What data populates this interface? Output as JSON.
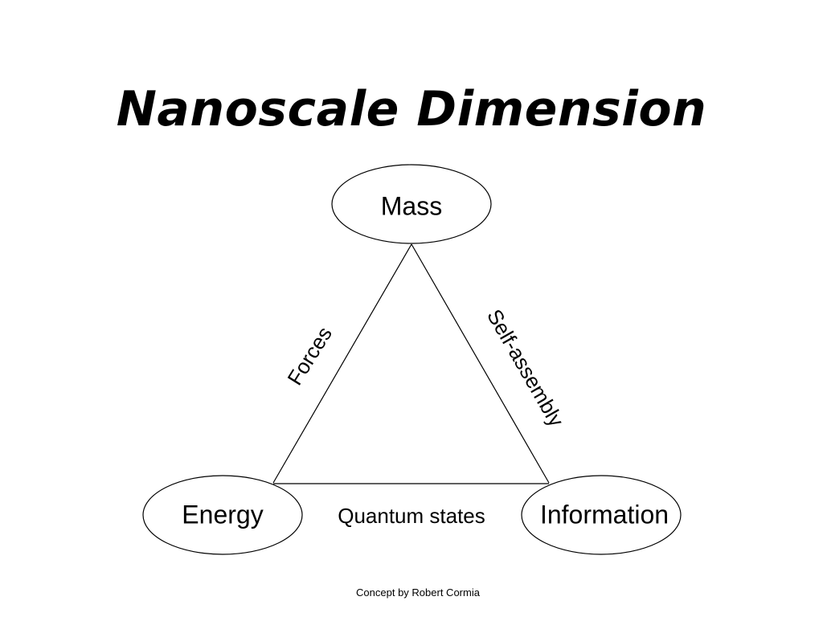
{
  "slide": {
    "title": "Nanoscale Dimension",
    "credit": "Concept by Robert Cormia"
  },
  "diagram": {
    "nodes": [
      {
        "id": "mass",
        "label": "Mass"
      },
      {
        "id": "energy",
        "label": "Energy"
      },
      {
        "id": "information",
        "label": "Information"
      }
    ],
    "edges": [
      {
        "from": "mass",
        "to": "energy",
        "label": "Forces"
      },
      {
        "from": "mass",
        "to": "information",
        "label": "Self-assembly"
      },
      {
        "from": "energy",
        "to": "information",
        "label": "Quantum states"
      }
    ],
    "colors": {
      "stroke": "#000000",
      "background": "#ffffff",
      "text": "#000000"
    }
  }
}
